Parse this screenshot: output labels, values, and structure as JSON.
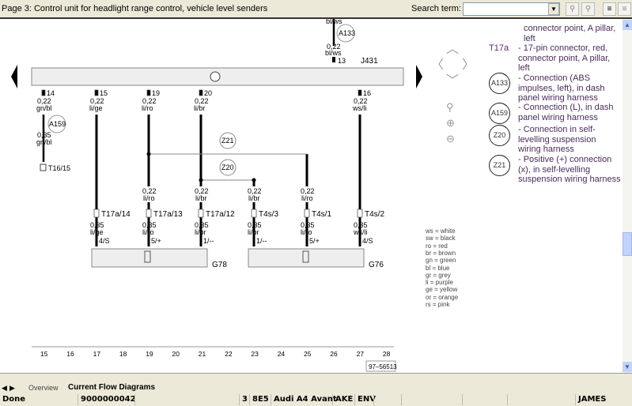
{
  "window": {
    "title": "Page 3: Control unit for headlight range control, vehicle level senders"
  },
  "search": {
    "label": "Search term:",
    "value": ""
  },
  "diagram": {
    "control_unit": "J431",
    "top_wire": {
      "color_top": "bl/ws",
      "size": "0,22",
      "color": "bl/ws",
      "pin": "13",
      "connection": "A133"
    },
    "pins": [
      {
        "pin": "14",
        "size": "0,22",
        "color": "gn/bl"
      },
      {
        "pin": "15",
        "size": "0,22",
        "color": "li/ge"
      },
      {
        "pin": "19",
        "size": "0,22",
        "color": "li/ro"
      },
      {
        "pin": "20",
        "size": "0,22",
        "color": "li/br"
      },
      {
        "pin": "16",
        "size": "0,22",
        "color": "ws/li"
      }
    ],
    "a159": {
      "label": "A159",
      "size": "0,35",
      "color": "gn/bl",
      "terminal": "T16/15"
    },
    "z21": "Z21",
    "z20": "Z20",
    "mid_labels": [
      {
        "size": "0,22",
        "color": "li/ro"
      },
      {
        "size": "0,22",
        "color": "li/br"
      },
      {
        "size": "0,22",
        "color": "li/br"
      },
      {
        "size": "0,22",
        "color": "li/ro"
      }
    ],
    "connectors": [
      {
        "name": "T17a/14",
        "size": "0,35",
        "color": "li/ge",
        "pin": "4/S"
      },
      {
        "name": "T17a/13",
        "size": "0,35",
        "color": "li/ro",
        "pin": "5/+"
      },
      {
        "name": "T17a/12",
        "size": "0,35",
        "color": "li/br",
        "pin": "1/--"
      },
      {
        "name": "T4s/3",
        "size": "0,35",
        "color": "li/br",
        "pin": "1/--"
      },
      {
        "name": "T4s/1",
        "size": "0,35",
        "color": "li/ro",
        "pin": "5/+"
      },
      {
        "name": "T4s/2",
        "size": "0,35",
        "color": "ws/li",
        "pin": "4/S"
      }
    ],
    "senders": [
      "G78",
      "G76"
    ],
    "tracks": [
      "15",
      "16",
      "17",
      "18",
      "19",
      "20",
      "21",
      "22",
      "23",
      "24",
      "25",
      "26",
      "27",
      "28"
    ],
    "drawing_no": "97–56513"
  },
  "legend": {
    "top_desc": "connector point, A pillar, left",
    "items": [
      {
        "code": "T17a",
        "desc": "- 17-pin connector, red, connector point, A pillar, left"
      },
      {
        "code": "A133",
        "desc": "- Connection (ABS impulses, left), in dash panel wiring harness"
      },
      {
        "code": "A159",
        "desc": "- Connection (L), in dash panel wiring harness"
      },
      {
        "code": "Z20",
        "desc": "- Connection in self-levelling suspension wiring harness"
      },
      {
        "code": "Z21",
        "desc": "- Positive (+) connection (x), in self-levelling suspension wiring harness"
      }
    ]
  },
  "colors": [
    "ws = white",
    "sw = black",
    "ro = red",
    "br = brown",
    "gn = green",
    "bl = blue",
    "gr = grey",
    "li = purple",
    "ge = yellow",
    "or = orange",
    "rs = pink"
  ],
  "tabs": {
    "overview": "Overview",
    "current": "Current Flow Diagrams"
  },
  "status": {
    "state": "Done",
    "number": "9000000042",
    "c1": "3",
    "c2": "8E5",
    "model": "Audi A4 Avant",
    "engine": "AKE",
    "c3": "ENV",
    "user": "JAMES"
  }
}
